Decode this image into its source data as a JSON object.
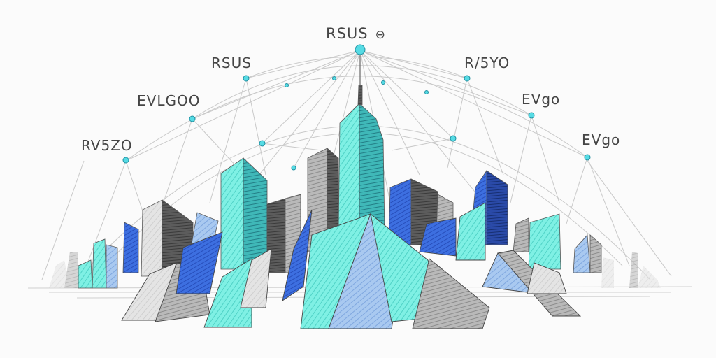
{
  "labels": {
    "top": "RSUS",
    "top_symbol": "⊖",
    "left_1": "RSUS",
    "right_1": "R/5YO",
    "left_2": "EVLGOO",
    "right_2": "EVgo",
    "left_3": "RV5ZO",
    "right_3": "EVgo"
  },
  "colors": {
    "teal": "#5ee3d6",
    "teal_dark": "#2f9a9e",
    "blue": "#2f5fd0",
    "navy": "#1e3a8a",
    "gray": "#8a8a8a",
    "charcoal": "#4a4a4a",
    "node": "#3cc8d8",
    "line": "#c8c8c8"
  }
}
